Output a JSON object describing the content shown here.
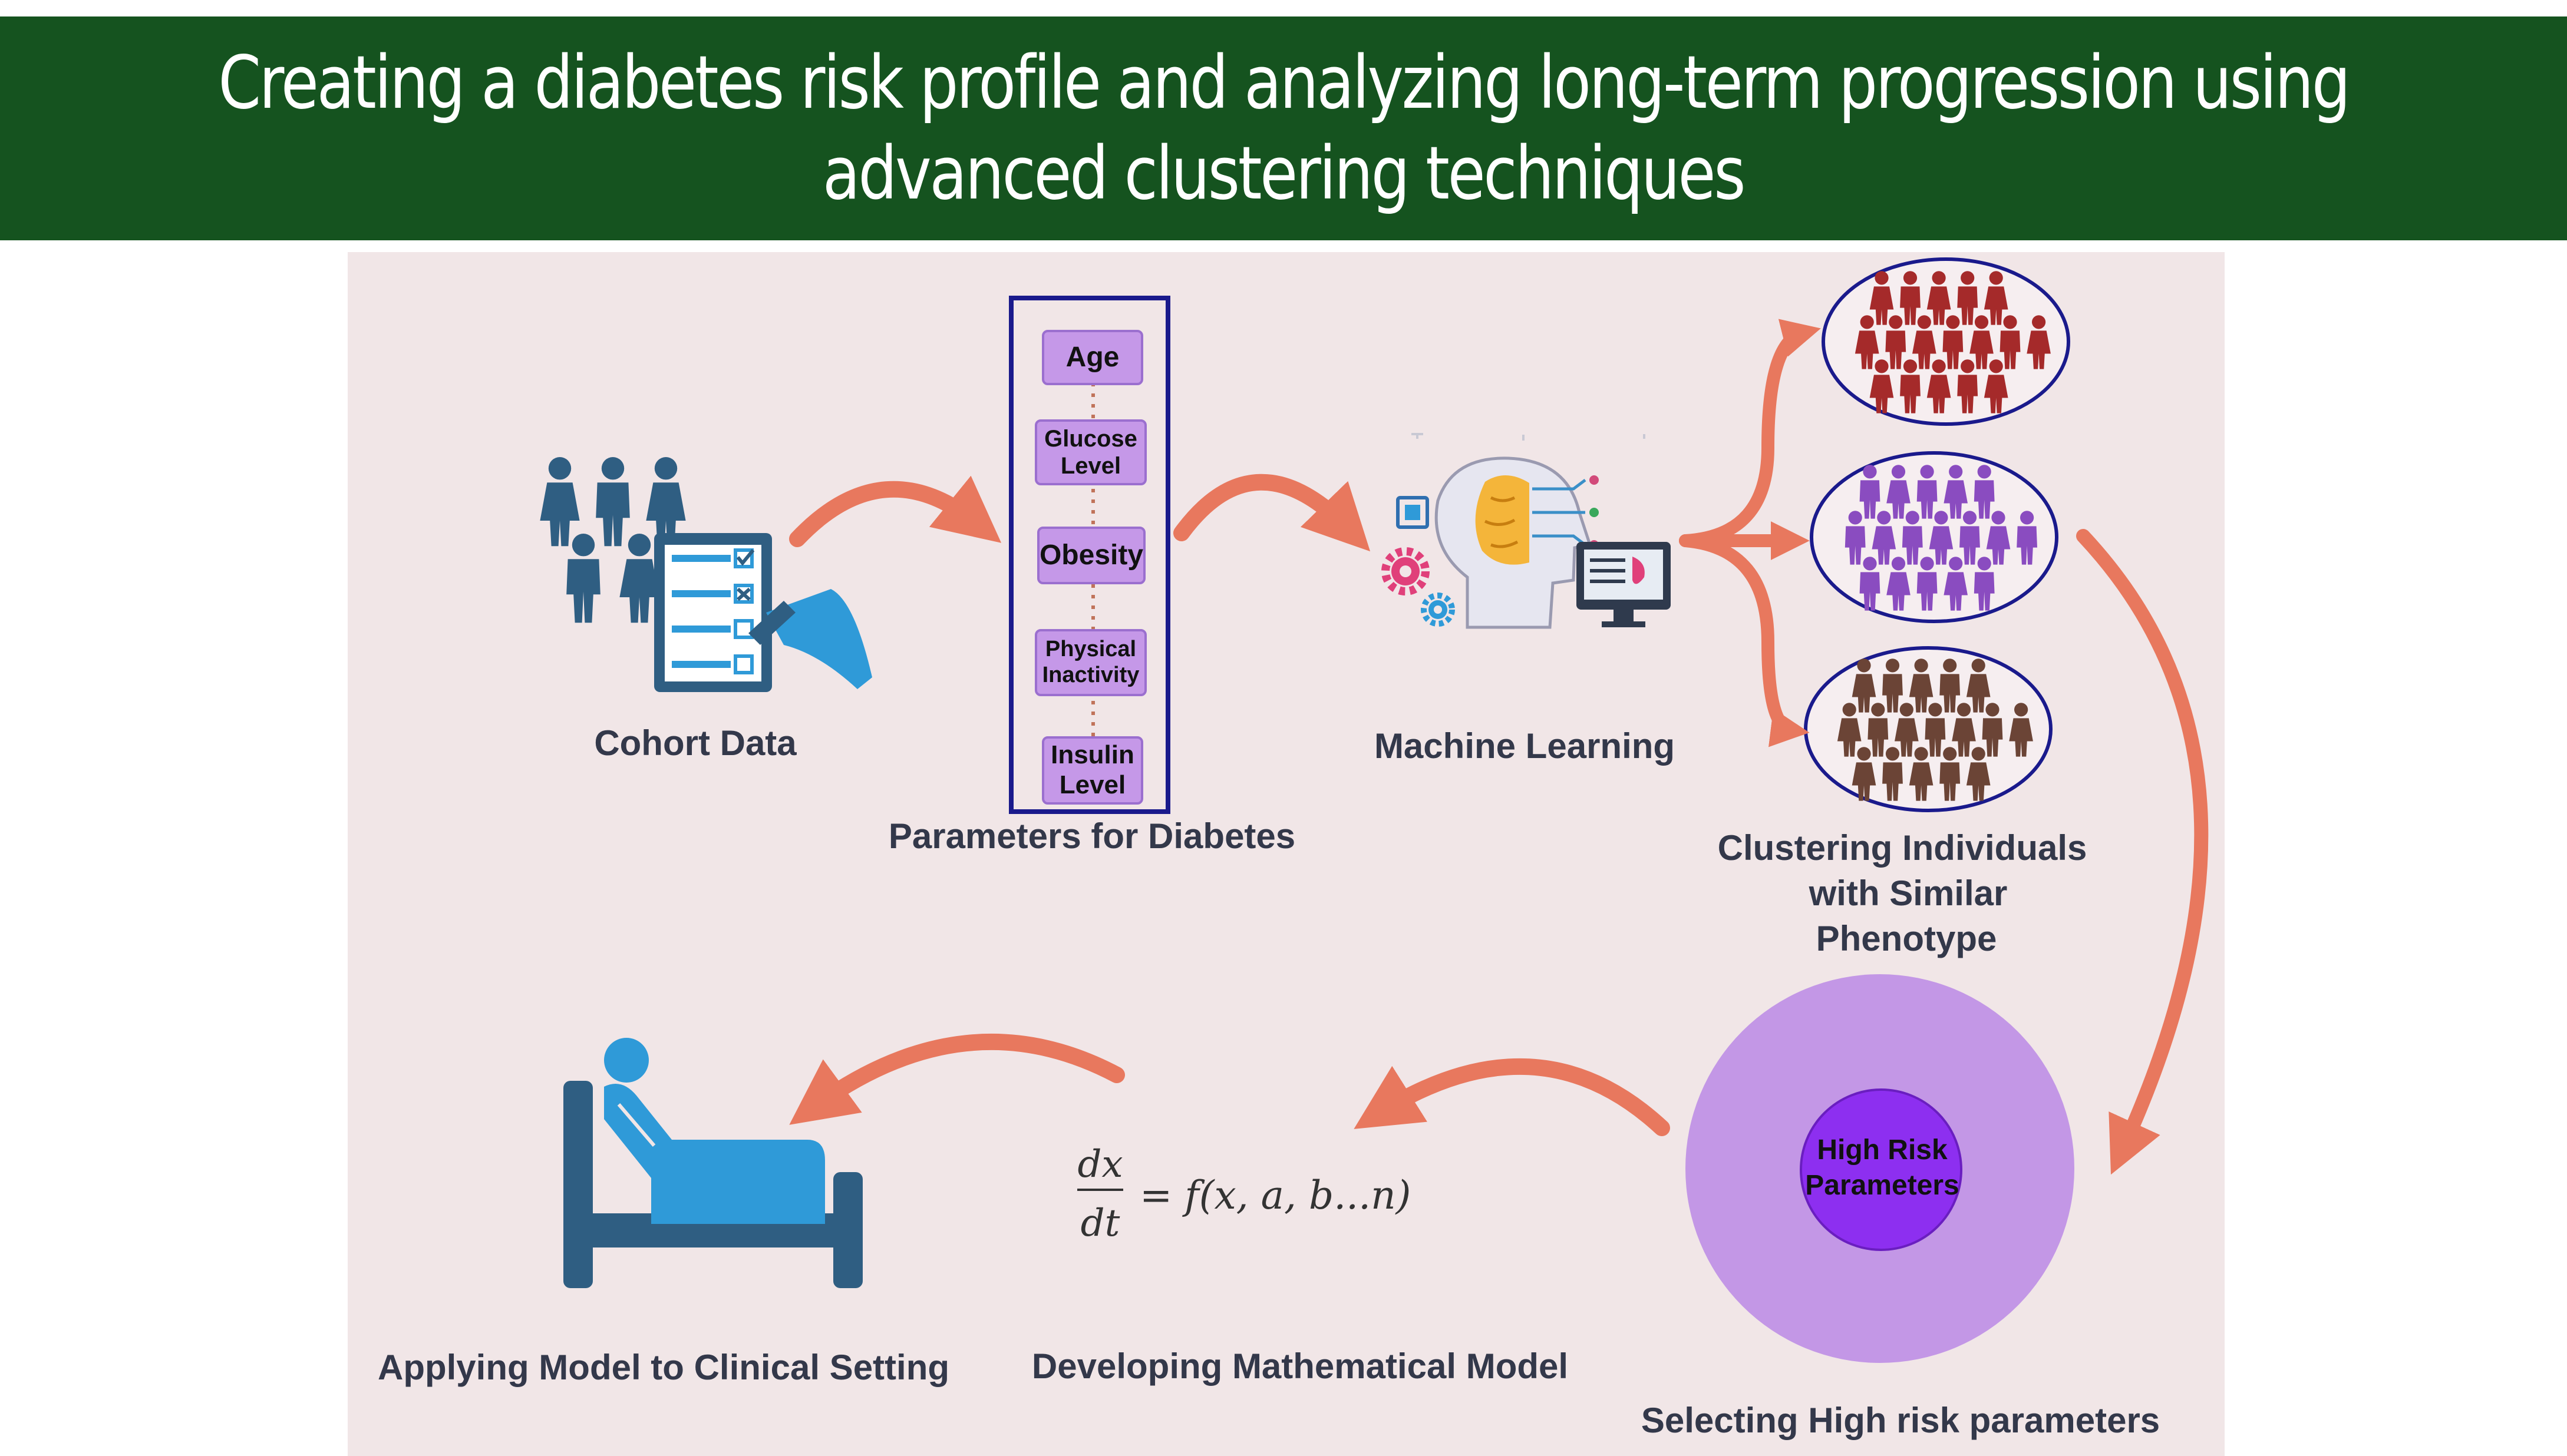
{
  "header": {
    "title_line1": "Creating a diabetes risk profile and analyzing long-term progression using",
    "title_line2": "advanced clustering techniques",
    "background": "#15531f"
  },
  "colors": {
    "panel": "#f1e6e7",
    "arrow": "#e8785e",
    "figure_blue": "#2f5e82",
    "accent_blue": "#2f9ad8",
    "param_box": "#c598e8",
    "param_border": "#1a1a8c",
    "cluster1": "#a52a2a",
    "cluster2": "#8a4cc0",
    "cluster3": "#6b4436",
    "outer_circle": "#c397e6",
    "inner_circle": "#8d2ff0"
  },
  "steps": {
    "cohort": "Cohort Data",
    "parameters_title": "Parameters for Diabetes",
    "ml": "Machine Learning",
    "clustering": [
      "Clustering Individuals",
      "with Similar",
      "Phenotype"
    ],
    "selecting": "Selecting High risk parameters",
    "math": "Developing Mathematical Model",
    "clinical": "Applying Model to Clinical Setting"
  },
  "parameters": [
    [
      "Age"
    ],
    [
      "Glucose",
      "Level"
    ],
    [
      "Obesity"
    ],
    [
      "Physical",
      "Inactivity"
    ],
    [
      "Insulin",
      "Level"
    ]
  ],
  "high_risk": [
    "High Risk",
    "Parameters"
  ],
  "equation": {
    "numerator": "dx",
    "denominator": "dt",
    "rhs": "= f(x, a, b...n)"
  },
  "icons": [
    "cohort-people-icon",
    "clipboard-checklist-icon",
    "ai-head-icon",
    "gear-icon",
    "monitor-icon",
    "cluster-people-icon",
    "patient-bed-icon"
  ]
}
